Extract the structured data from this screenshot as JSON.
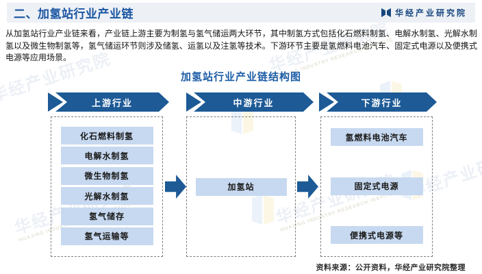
{
  "header": {
    "title": "二、加氢站行业产业链",
    "brand": "华经产业研究院"
  },
  "intro": "从加氢站行业产业链来看，产业链上游主要为制氢与氢气储运两大环节，其中制氢方式包括化石燃料制氢、电解水制氢、光解水制氢以及微生物制氢等，氢气储运环节则涉及储氢、运氢以及注氢等技术。下游环节主要是氢燃料电池汽车、固定式电源以及便携式电源等应用场景。",
  "diagram": {
    "title": "加氢站行业产业链结构图",
    "columns": [
      {
        "banner": "上游行业",
        "items": [
          "化石燃料制氢",
          "电解水制氢",
          "微生物制氢",
          "光解水制氢",
          "氢气储存",
          "氢气运输等"
        ]
      },
      {
        "banner": "中游行业",
        "items": [
          "加氢站"
        ]
      },
      {
        "banner": "下游行业",
        "items": [
          "氢燃料电池汽车",
          "固定式电源",
          "便携式电源等"
        ]
      }
    ]
  },
  "source": "资料来源：公开资料，华经产业研究院整理",
  "watermark": {
    "text": "华经产业研究院",
    "caption": "HUAJING INDUSTRY RESEARCH INSTITUTE"
  },
  "colors": {
    "accent_blue": "#1d5a96",
    "node_fill": "#c7d9f0",
    "title_blue": "#1c5ca6",
    "header_bg": "#edf1f6",
    "brand_navy": "#17467e"
  }
}
